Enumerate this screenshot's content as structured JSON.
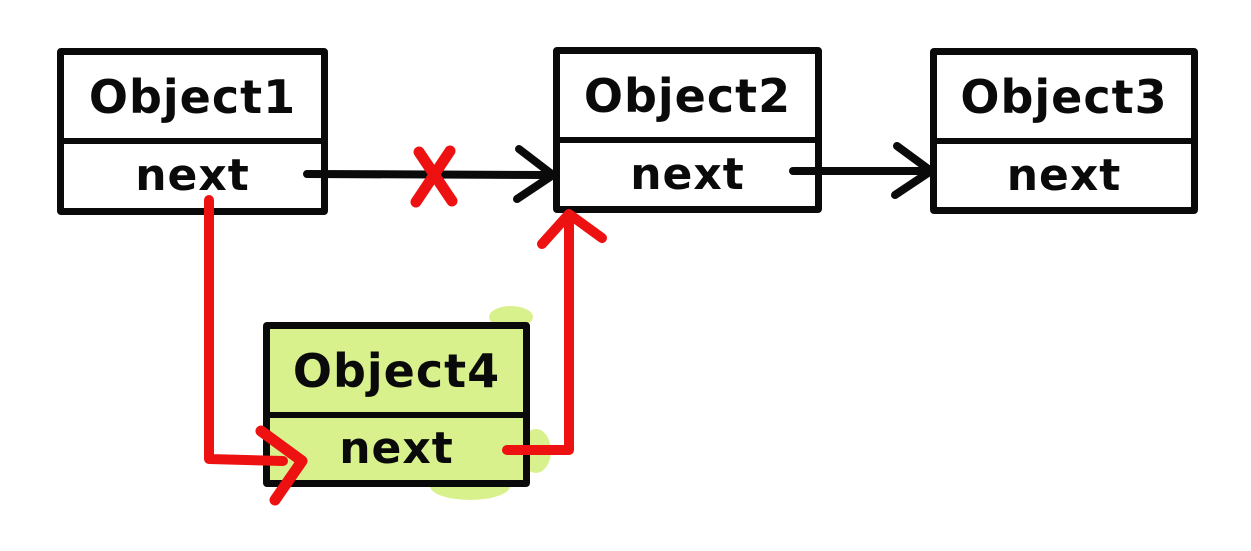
{
  "diagram_type": "linked-list-insertion",
  "colors": {
    "ink": "#0a0a0a",
    "red": "#ee1111",
    "highlight": "#d9f18c",
    "paper": "#ffffff"
  },
  "nodes": [
    {
      "id": "object1",
      "title": "Object1",
      "field": "next",
      "highlighted": false
    },
    {
      "id": "object2",
      "title": "Object2",
      "field": "next",
      "highlighted": false
    },
    {
      "id": "object3",
      "title": "Object3",
      "field": "next",
      "highlighted": false
    },
    {
      "id": "object4",
      "title": "Object4",
      "field": "next",
      "highlighted": true
    }
  ],
  "edges": [
    {
      "from": "object1.next",
      "to": "object2",
      "color": "black",
      "status": "removed",
      "marker": "red-x-cross"
    },
    {
      "from": "object2.next",
      "to": "object3",
      "color": "black",
      "status": "active"
    },
    {
      "from": "object1.next",
      "to": "object4",
      "color": "red",
      "status": "new"
    },
    {
      "from": "object4.next",
      "to": "object2",
      "color": "red",
      "status": "new"
    }
  ]
}
